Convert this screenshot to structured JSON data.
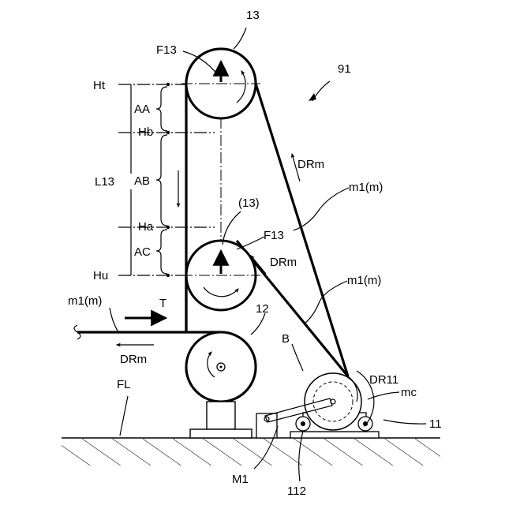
{
  "labels": {
    "fig_number": "91",
    "roller_top": "13",
    "roller_top_alt": "(13)",
    "roller_mid": "12",
    "drive_unit": "11",
    "force_top": "F13",
    "force_mid": "F13",
    "height_top": "Ht",
    "height_b": "Hb",
    "height_a": "Ha",
    "height_u": "Hu",
    "zone_aa": "AA",
    "zone_ab": "AB",
    "zone_ac": "AC",
    "length": "L13",
    "direction_right_upper": "DRm",
    "direction_right_mid": "DRm",
    "direction_left": "DRm",
    "material_upper": "m1(m)",
    "material_mid": "m1(m)",
    "material_left": "m1(m)",
    "tension": "T",
    "floor": "FL",
    "belt": "B",
    "rotation": "DR11",
    "center": "mc",
    "motor": "M1",
    "mount": "112"
  }
}
